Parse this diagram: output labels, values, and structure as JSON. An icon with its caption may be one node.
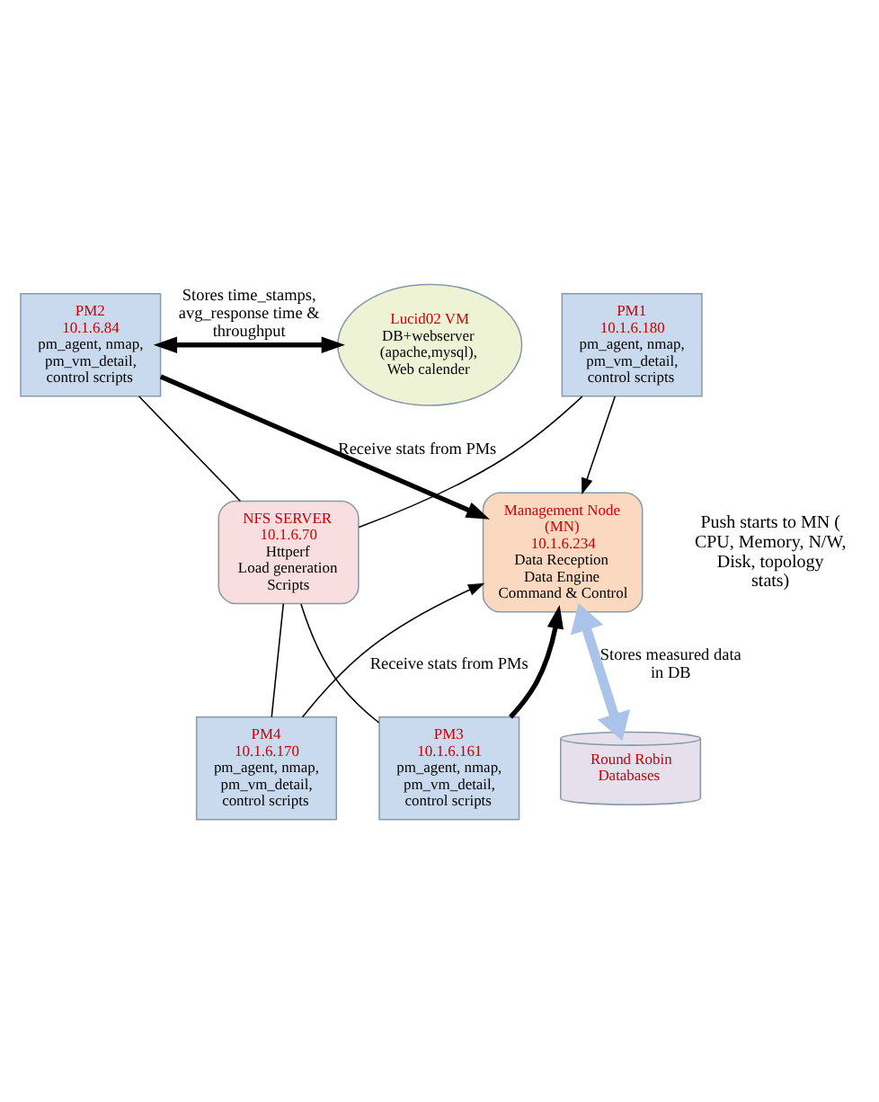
{
  "diagram": {
    "nodes": [
      {
        "text": [
          "PM1",
          "10.1.6.180",
          "pm_agent, nmap, pm_vm_detail, control scripts"
        ]
      },
      {
        "text": [
          "PM2",
          "10.1.6.84",
          "pm_agent, nmap, pm_vm_detail, control scripts"
        ]
      },
      {
        "text": [
          "Lucid02 VM",
          "DB+webserver (apache,mysql), Web calender"
        ]
      },
      {
        "text": [
          "NFS SERVER",
          "10.1.6.70",
          "Httperf",
          "Load generation Scripts"
        ]
      },
      {
        "text": [
          "Management Node (MN)",
          "10.1.6.234",
          "Data Reception",
          "Data Engine",
          "Command & Control"
        ]
      },
      {
        "text": [
          "PM3",
          "10.1.6.161",
          "pm_agent, nmap, pm_vm_detail, control scripts"
        ]
      },
      {
        "text": [
          "PM4",
          "10.1.6.170",
          "pm_agent, nmap, pm_vm_detail, control scripts"
        ]
      },
      {
        "text": [
          "Round Robin Databases"
        ]
      }
    ],
    "edges": [
      {
        "from": 0,
        "to": 3,
        "arrow": "none"
      },
      {
        "from": 1,
        "to": 3,
        "arrow": "none"
      },
      {
        "from": 0,
        "to": 4,
        "arrow": "to"
      },
      {
        "from": 1,
        "to": 2,
        "arrow": "both",
        "label": "Stores time_stamps, avg_response time & throughput",
        "style": "thick"
      },
      {
        "from": 1,
        "to": 4,
        "arrow": "to",
        "label": "Receive stats from PMs",
        "style": "thick"
      },
      {
        "from": 3,
        "to": 5,
        "arrow": "none"
      },
      {
        "from": 3,
        "to": 6,
        "arrow": "none"
      },
      {
        "from": 5,
        "to": 4,
        "arrow": "to",
        "style": "thick"
      },
      {
        "from": 6,
        "to": 4,
        "arrow": "to",
        "label": "Receive stats from PMs"
      },
      {
        "from": 4,
        "to": 7,
        "arrow": "both",
        "label": "Stores measured data in DB",
        "style": "thick",
        "color": "#a9c4e8"
      }
    ],
    "labels": [
      "Push starts to MN ( CPU, Memory, N/W, Disk, topology stats)"
    ]
  }
}
